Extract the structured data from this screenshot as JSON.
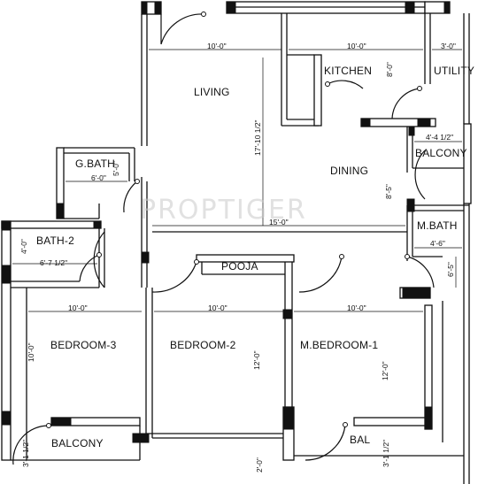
{
  "rooms": {
    "living": "LIVING",
    "kitchen": "KITCHEN",
    "utility": "UTILITY",
    "dining": "DINING",
    "balcony_top": "BALCONY",
    "g_bath": "G.BATH",
    "bath_2": "BATH-2",
    "m_bath": "M.BATH",
    "pooja": "POOJA",
    "bedroom_3": "BEDROOM-3",
    "bedroom_2": "BEDROOM-2",
    "m_bedroom_1": "M.BEDROOM-1",
    "balcony_bottom": "BALCONY",
    "bal": "BAL"
  },
  "dimensions": {
    "living_width": "10'-0\"",
    "living_length": "17'-10 1/2\"",
    "kitchen_width": "10'-0\"",
    "kitchen_depth": "8'-0\"",
    "utility_width": "3'-0\"",
    "balcony_top_width": "4'-4 1/2\"",
    "dining_width": "15'-0\"",
    "dining_depth": "8'-5\"",
    "g_bath_width": "6'-0\"",
    "g_bath_depth": "5'-0\"",
    "bath2_depth": "4'-0\"",
    "bath2_width": "6'-7 1/2\"",
    "m_bath_width": "4'-6\"",
    "m_bath_depth": "6'-5\"",
    "bedroom3_width": "10'-0\"",
    "bedroom3_depth": "10'-0\"",
    "bedroom2_width": "10'-0\"",
    "bedroom2_depth": "12'-0\"",
    "m_bedroom1_width": "10'-0\"",
    "m_bedroom1_depth": "12'-0\"",
    "balcony_bottom_depth": "3'-1 1/2\"",
    "bal_depth": "3'-1 1/2\"",
    "bottom_gap": "2'-0\""
  },
  "watermark": "PROPTIGER",
  "colors": {
    "wall": "#111111",
    "fill": "#ffffff",
    "watermark": "#c9c9c9"
  }
}
